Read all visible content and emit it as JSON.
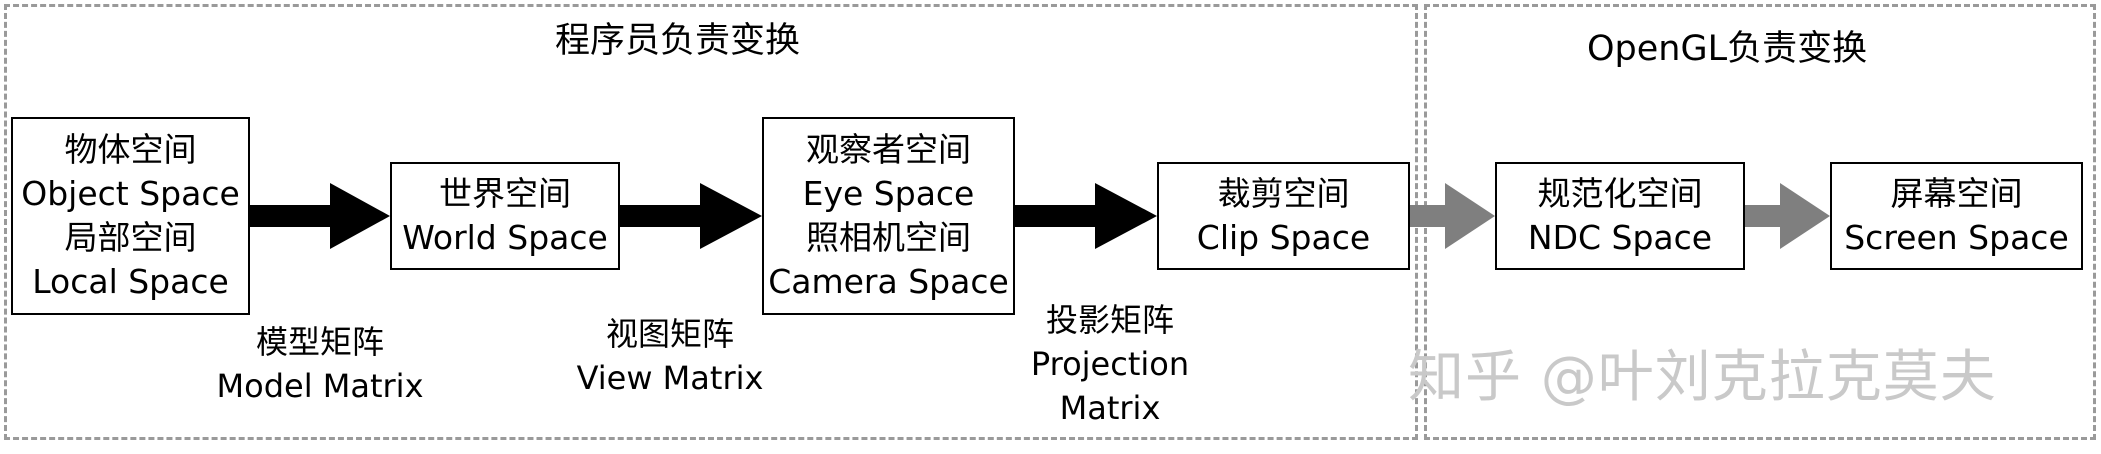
{
  "regions": {
    "programmer": {
      "title": "程序员负责变换"
    },
    "opengl": {
      "title": "OpenGL负责变换"
    }
  },
  "boxes": {
    "object_space": {
      "lines": [
        "物体空间",
        "Object Space",
        "局部空间",
        "Local Space"
      ]
    },
    "world_space": {
      "lines": [
        "世界空间",
        "World Space"
      ]
    },
    "eye_space": {
      "lines": [
        "观察者空间",
        "Eye Space",
        "照相机空间",
        "Camera Space"
      ]
    },
    "clip_space": {
      "lines": [
        "裁剪空间",
        "Clip Space"
      ]
    },
    "ndc_space": {
      "lines": [
        "规范化空间",
        "NDC Space"
      ]
    },
    "screen_space": {
      "lines": [
        "屏幕空间",
        "Screen Space"
      ]
    }
  },
  "matrices": {
    "model": {
      "lines": [
        "模型矩阵",
        "Model Matrix"
      ]
    },
    "view": {
      "lines": [
        "视图矩阵",
        "View Matrix"
      ]
    },
    "projection": {
      "lines": [
        "投影矩阵",
        "Projection",
        "Matrix"
      ]
    }
  },
  "arrow_colors": {
    "programmer": "#000000",
    "opengl": "#7f7f7f"
  },
  "watermark": {
    "text": "知乎 @叶刘克拉克莫夫"
  }
}
